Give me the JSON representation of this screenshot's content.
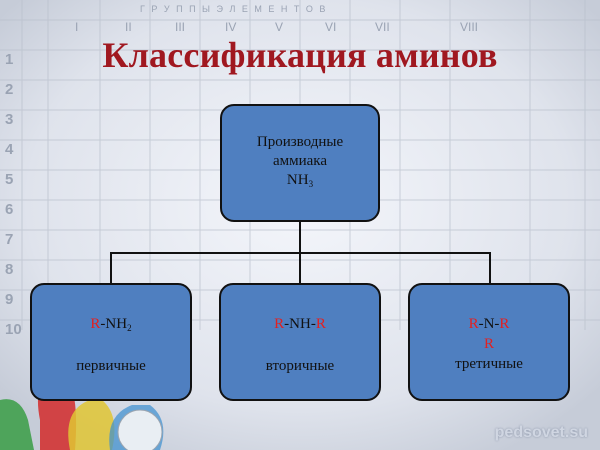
{
  "slide": {
    "title": "Классификация аминов",
    "watermark": "pedsovet.su"
  },
  "root": {
    "line1": "Производные",
    "line2": "аммиака",
    "formula_main": "NH",
    "formula_sub": "3"
  },
  "primary": {
    "r": "R",
    "rest": "-NH",
    "sub": "2",
    "label": "первичные"
  },
  "secondary": {
    "r1": "R",
    "mid": "-NH-",
    "r2": "R",
    "label": "вторичные"
  },
  "tertiary": {
    "r1": "R",
    "mid": "-N-",
    "r2": "R",
    "r3": "R",
    "label": "третичные"
  },
  "colors": {
    "title": "#a01820",
    "box_fill": "#4f7fc0",
    "radical": "#e32020"
  },
  "background": {
    "group_header": "Г Р У П П Ы   Э Л Е М Е Н Т О В",
    "group_numbers": [
      "I",
      "II",
      "III",
      "IV",
      "V",
      "VI",
      "VII",
      "VIII"
    ],
    "period_numbers": [
      "1",
      "2",
      "3",
      "4",
      "5",
      "6",
      "7",
      "8",
      "9",
      "10"
    ]
  }
}
